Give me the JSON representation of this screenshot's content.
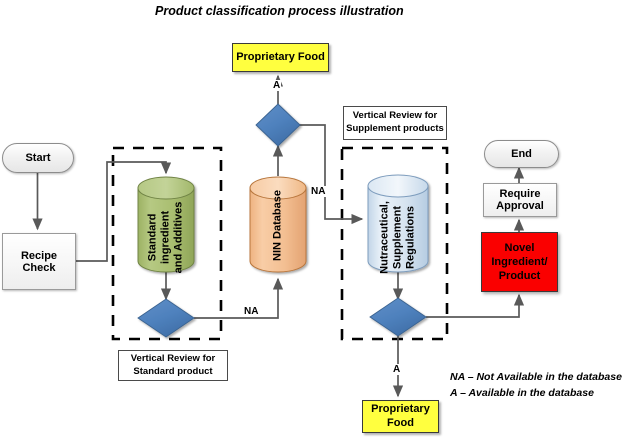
{
  "title": "Product classification process illustration",
  "nodes": {
    "start": "Start",
    "recipe_check": "Recipe Check",
    "standard_ingredient": "Standard ingredient and Additives",
    "standard_ingredient_l1": "Standard",
    "standard_ingredient_l2": "ingredient",
    "standard_ingredient_l3": "and Additives",
    "nin_database": "NIN Database",
    "nutraceutical": "Nutraceutical, Supplement Regulations",
    "nutraceutical_l1": "Nutraceutical,",
    "nutraceutical_l2": "Supplement",
    "nutraceutical_l3": "Regulations",
    "proprietary_food_top": "Proprietary Food",
    "proprietary_food_bottom_l1": "Proprietary",
    "proprietary_food_bottom_l2": "Food",
    "novel_ingredient_l1": "Novel",
    "novel_ingredient_l2": "Ingredient/",
    "novel_ingredient_l3": "Product",
    "require_approval_l1": "Require",
    "require_approval_l2": "Approval",
    "end": "End"
  },
  "group_labels": {
    "standard_l1": "Vertical Review for",
    "standard_l2": "Standard product",
    "supplement_l1": "Vertical Review for",
    "supplement_l2": "Supplement products"
  },
  "edge_labels": {
    "a_top": "A",
    "na_standard": "NA",
    "na_nin": "NA",
    "a_bottom": "A"
  },
  "legend": {
    "line1": "NA – Not Available in  the database",
    "line2": "A – Available in the database"
  },
  "colors": {
    "green_cylinder": "#a8bd6e",
    "green_cylinder_dark": "#93a95c",
    "orange_cylinder": "#f5c396",
    "orange_cylinder_dark": "#e8ad79",
    "blue_cylinder": "#d3e1ef",
    "blue_cylinder_dark": "#bdd2e6",
    "diamond_blue": "#4f81bd",
    "diamond_blue_dark": "#3d6ca5",
    "yellow": "#ffff3f",
    "red": "#fa0000",
    "line": "#595959",
    "dashed": "#000000"
  }
}
